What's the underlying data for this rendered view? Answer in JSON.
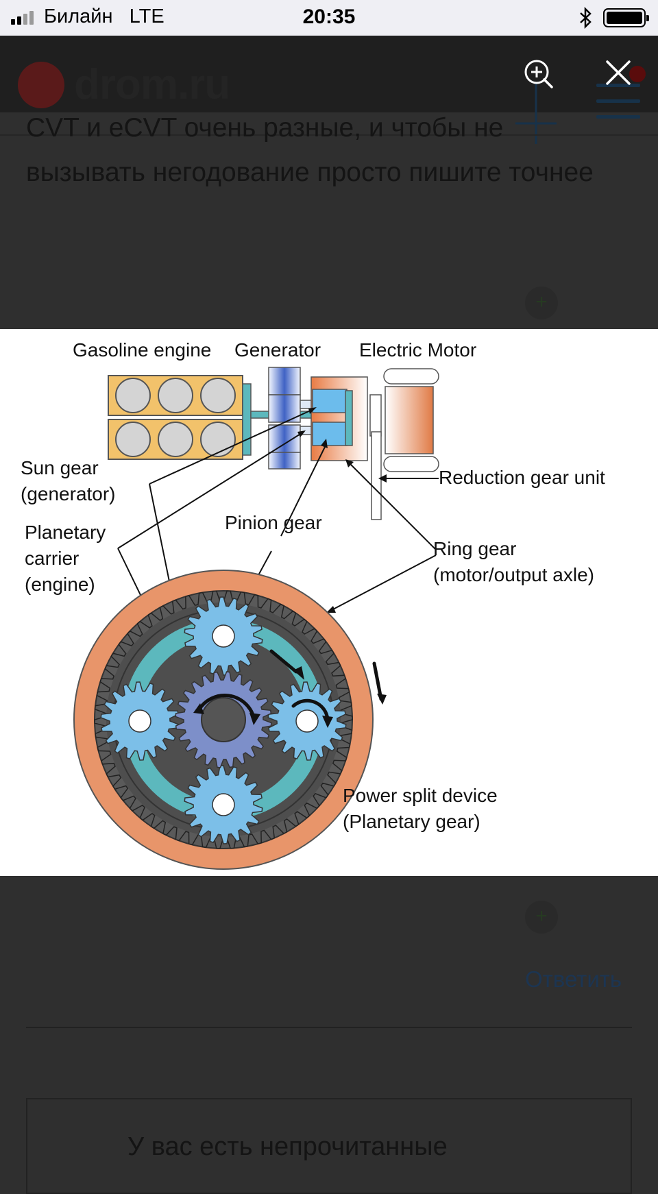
{
  "status_bar": {
    "carrier": "Билайн",
    "network": "LTE",
    "time": "20:35",
    "icons": [
      "signal-icon",
      "bluetooth-icon",
      "battery-icon"
    ]
  },
  "header": {
    "logo_text": "drom.ru",
    "icons": [
      "zoom-in-icon",
      "close-icon",
      "menu-icon"
    ]
  },
  "article": {
    "text": "CVT и eCVT очень разные, и чтобы не вызывать негодование просто пишите точнее"
  },
  "diagram": {
    "labels": {
      "gasoline_engine": "Gasoline engine",
      "generator": "Generator",
      "electric_motor": "Electric Motor",
      "sun_gear_1": "Sun gear",
      "sun_gear_2": "(generator)",
      "planetary_1": "Planetary",
      "planetary_2": "carrier",
      "planetary_3": "(engine)",
      "pinion_gear": "Pinion gear",
      "reduction_gear": "Reduction gear unit",
      "ring_gear_1": "Ring gear",
      "ring_gear_2": "(motor/output axle)",
      "psd_1": "Power split device",
      "psd_2": "(Planetary gear)"
    }
  },
  "actions": {
    "reply": "Ответить"
  },
  "notice": {
    "text": "У вас есть непрочитанные"
  },
  "colors": {
    "overlay_bg": "#2f2f2f",
    "header_bg": "#1f1f1f",
    "link_dark": "#1c3552",
    "engine_orange": "#f2c26b",
    "ring_orange": "#e8956a",
    "gear_blue": "#7cbfe8",
    "sun_purple": "#7d8fc9",
    "carrier_teal": "#5cb8bd"
  }
}
